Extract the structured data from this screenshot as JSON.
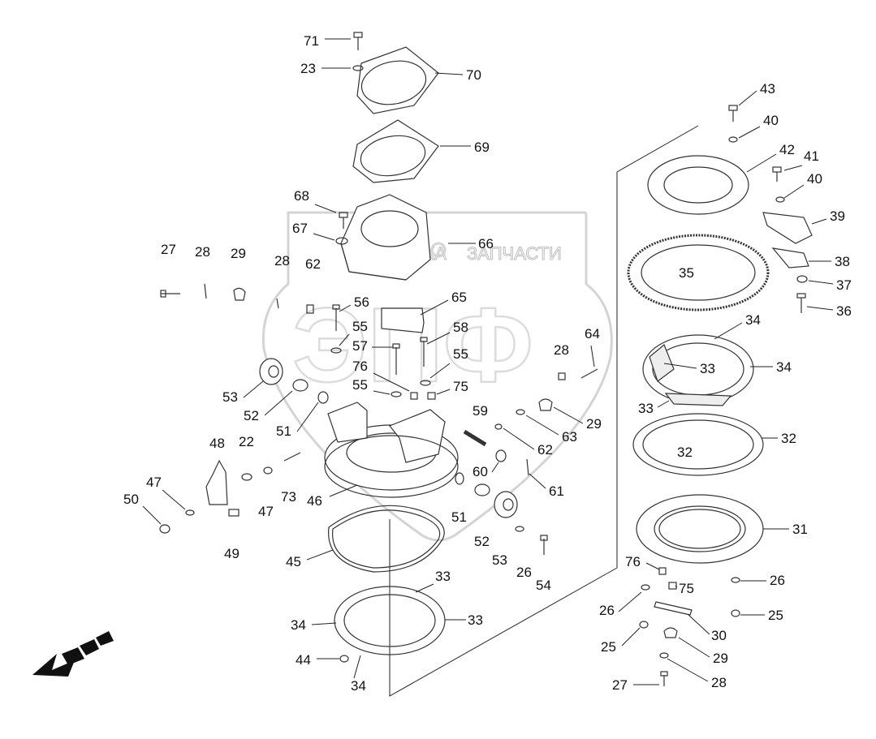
{
  "watermark": {
    "logo_letters": "ЭПФ",
    "left_text": "ТЕХНИКА",
    "right_text": "ЗАПЧАСТИ"
  },
  "labels": [
    {
      "id": "l71",
      "text": "71"
    },
    {
      "id": "l23",
      "text": "23"
    },
    {
      "id": "l70",
      "text": "70"
    },
    {
      "id": "l69",
      "text": "69"
    },
    {
      "id": "l68",
      "text": "68"
    },
    {
      "id": "l67",
      "text": "67"
    },
    {
      "id": "l66",
      "text": "66"
    },
    {
      "id": "l27a",
      "text": "27"
    },
    {
      "id": "l28a",
      "text": "28"
    },
    {
      "id": "l29a",
      "text": "29"
    },
    {
      "id": "l28b",
      "text": "28"
    },
    {
      "id": "l62a",
      "text": "62"
    },
    {
      "id": "l65",
      "text": "65"
    },
    {
      "id": "l56",
      "text": "56"
    },
    {
      "id": "l55a",
      "text": "55"
    },
    {
      "id": "l57",
      "text": "57"
    },
    {
      "id": "l58",
      "text": "58"
    },
    {
      "id": "l55b",
      "text": "55"
    },
    {
      "id": "l76a",
      "text": "76"
    },
    {
      "id": "l55c",
      "text": "55"
    },
    {
      "id": "l75a",
      "text": "75"
    },
    {
      "id": "l28c",
      "text": "28"
    },
    {
      "id": "l64",
      "text": "64"
    },
    {
      "id": "l53a",
      "text": "53"
    },
    {
      "id": "l52a",
      "text": "52"
    },
    {
      "id": "l51a",
      "text": "51"
    },
    {
      "id": "l59",
      "text": "59"
    },
    {
      "id": "l63",
      "text": "63"
    },
    {
      "id": "l29b",
      "text": "29"
    },
    {
      "id": "l62b",
      "text": "62"
    },
    {
      "id": "l48",
      "text": "48"
    },
    {
      "id": "l22",
      "text": "22"
    },
    {
      "id": "l73",
      "text": "73"
    },
    {
      "id": "l46",
      "text": "46"
    },
    {
      "id": "l60",
      "text": "60"
    },
    {
      "id": "l61",
      "text": "61"
    },
    {
      "id": "l47a",
      "text": "47"
    },
    {
      "id": "l47b",
      "text": "47"
    },
    {
      "id": "l50",
      "text": "50"
    },
    {
      "id": "l49",
      "text": "49"
    },
    {
      "id": "l51b",
      "text": "51"
    },
    {
      "id": "l52b",
      "text": "52"
    },
    {
      "id": "l53b",
      "text": "53"
    },
    {
      "id": "l26a",
      "text": "26"
    },
    {
      "id": "l54",
      "text": "54"
    },
    {
      "id": "l45",
      "text": "45"
    },
    {
      "id": "l33a",
      "text": "33"
    },
    {
      "id": "l34a",
      "text": "34"
    },
    {
      "id": "l33b",
      "text": "33"
    },
    {
      "id": "l44",
      "text": "44"
    },
    {
      "id": "l34b",
      "text": "34"
    },
    {
      "id": "l43",
      "text": "43"
    },
    {
      "id": "l40a",
      "text": "40"
    },
    {
      "id": "l42",
      "text": "42"
    },
    {
      "id": "l41",
      "text": "41"
    },
    {
      "id": "l40b",
      "text": "40"
    },
    {
      "id": "l39",
      "text": "39"
    },
    {
      "id": "l35",
      "text": "35"
    },
    {
      "id": "l38",
      "text": "38"
    },
    {
      "id": "l37",
      "text": "37"
    },
    {
      "id": "l36",
      "text": "36"
    },
    {
      "id": "l34c",
      "text": "34"
    },
    {
      "id": "l33c",
      "text": "33"
    },
    {
      "id": "l34d",
      "text": "34"
    },
    {
      "id": "l33d",
      "text": "33"
    },
    {
      "id": "l32a",
      "text": "32"
    },
    {
      "id": "l32b",
      "text": "32"
    },
    {
      "id": "l31",
      "text": "31"
    },
    {
      "id": "l76b",
      "text": "76"
    },
    {
      "id": "l75b",
      "text": "75"
    },
    {
      "id": "l26b",
      "text": "26"
    },
    {
      "id": "l26c",
      "text": "26"
    },
    {
      "id": "l25a",
      "text": "25"
    },
    {
      "id": "l30",
      "text": "30"
    },
    {
      "id": "l25b",
      "text": "25"
    },
    {
      "id": "l29c",
      "text": "29"
    },
    {
      "id": "l28d",
      "text": "28"
    },
    {
      "id": "l27b",
      "text": "27"
    }
  ]
}
